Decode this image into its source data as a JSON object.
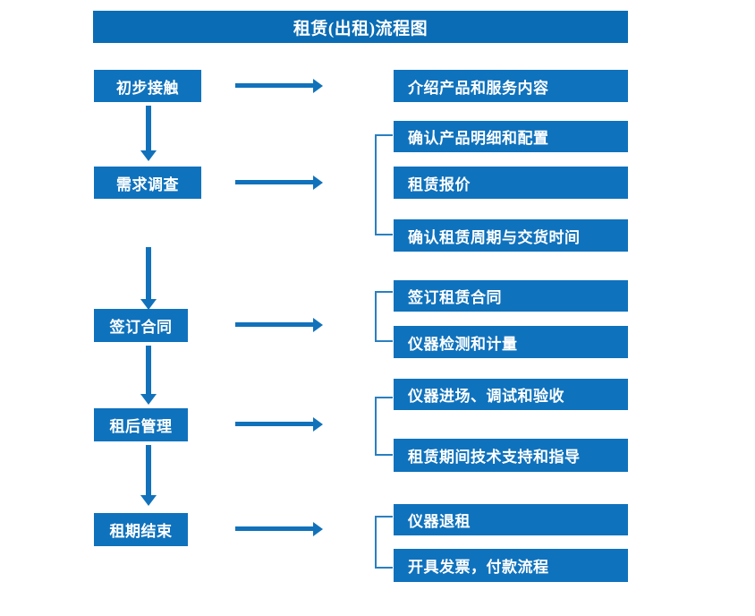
{
  "diagram": {
    "title": "租赁(出租)流程图",
    "colors": {
      "title_bar": "#0a6cb5",
      "node_fill": "#0f72bd",
      "arrow": "#1172bb",
      "bracket": "#2a7fc0",
      "node_text": "#ffffff",
      "background": "#ffffff"
    },
    "stages": [
      {
        "id": "stage-1",
        "label": "初步接触",
        "details": [
          {
            "label": "介绍产品和服务内容"
          }
        ],
        "has_bracket": false,
        "arrow_to_next": true
      },
      {
        "id": "stage-2",
        "label": "需求调查",
        "details": [
          {
            "label": "确认产品明细和配置"
          },
          {
            "label": "租赁报价"
          },
          {
            "label": "确认租赁周期与交货时间"
          }
        ],
        "has_bracket": true,
        "arrow_to_next": true
      },
      {
        "id": "stage-3",
        "label": "签订合同",
        "details": [
          {
            "label": "签订租赁合同"
          },
          {
            "label": "仪器检测和计量"
          }
        ],
        "has_bracket": true,
        "arrow_to_next": true
      },
      {
        "id": "stage-4",
        "label": "租后管理",
        "details": [
          {
            "label": "仪器进场、调试和验收"
          },
          {
            "label": "租赁期间技术支持和指导"
          }
        ],
        "has_bracket": true,
        "arrow_to_next": true
      },
      {
        "id": "stage-5",
        "label": "租期结束",
        "details": [
          {
            "label": "仪器退租"
          },
          {
            "label": "开具发票，付款流程"
          }
        ],
        "has_bracket": true,
        "arrow_to_next": false
      }
    ]
  }
}
